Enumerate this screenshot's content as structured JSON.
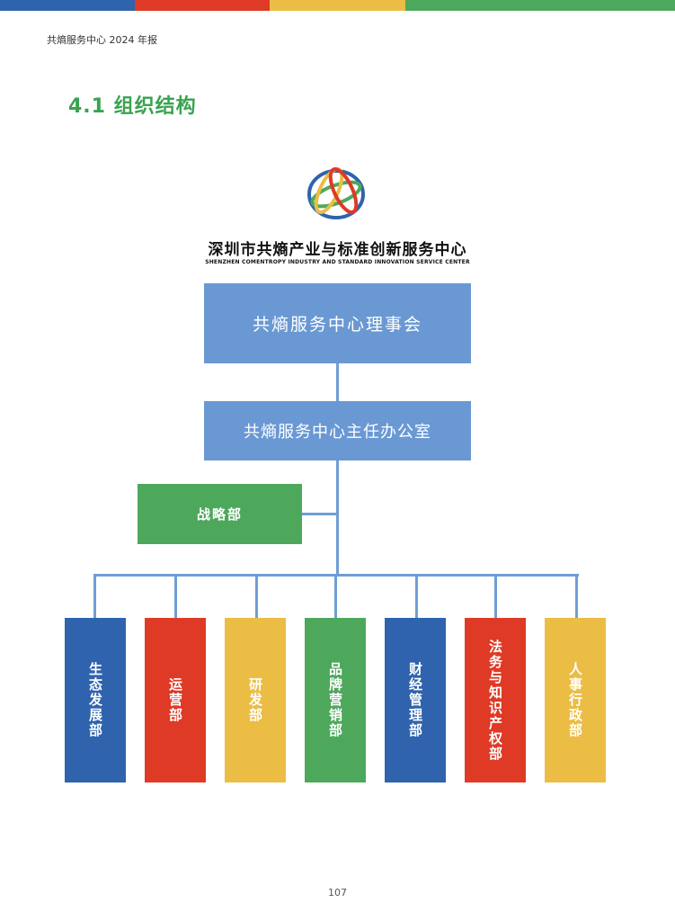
{
  "colors": {
    "blue": "#2f63ad",
    "red": "#de3a26",
    "yellow": "#ebbd44",
    "green": "#4ea85c",
    "light_blue": "#6a98d3",
    "title_green": "#3aa251"
  },
  "header": {
    "doc_title": "共熵服务中心 2024 年报"
  },
  "section": {
    "title": "4.1 组织结构"
  },
  "logo": {
    "icon": "tri-ring-logo-icon",
    "name_cn": "深圳市共熵产业与标准创新服务中心",
    "name_en": "SHENZHEN COMENTROPY INDUSTRY AND STANDARD INNOVATION SERVICE CENTER"
  },
  "org_chart": {
    "board": "共熵服务中心理事会",
    "office": "共熵服务中心主任办公室",
    "strategy": "战略部",
    "departments": [
      {
        "label": "生态发展部",
        "color": "#2f63ad"
      },
      {
        "label": "运营部",
        "color": "#de3a26"
      },
      {
        "label": "研发部",
        "color": "#ebbd44"
      },
      {
        "label": "品牌营销部",
        "color": "#4ea85c"
      },
      {
        "label": "财经管理部",
        "color": "#2f63ad"
      },
      {
        "label": "法务与知识产权部",
        "color": "#de3a26"
      },
      {
        "label": "人事行政部",
        "color": "#ebbd44"
      }
    ]
  },
  "footer": {
    "page_number": "107"
  }
}
